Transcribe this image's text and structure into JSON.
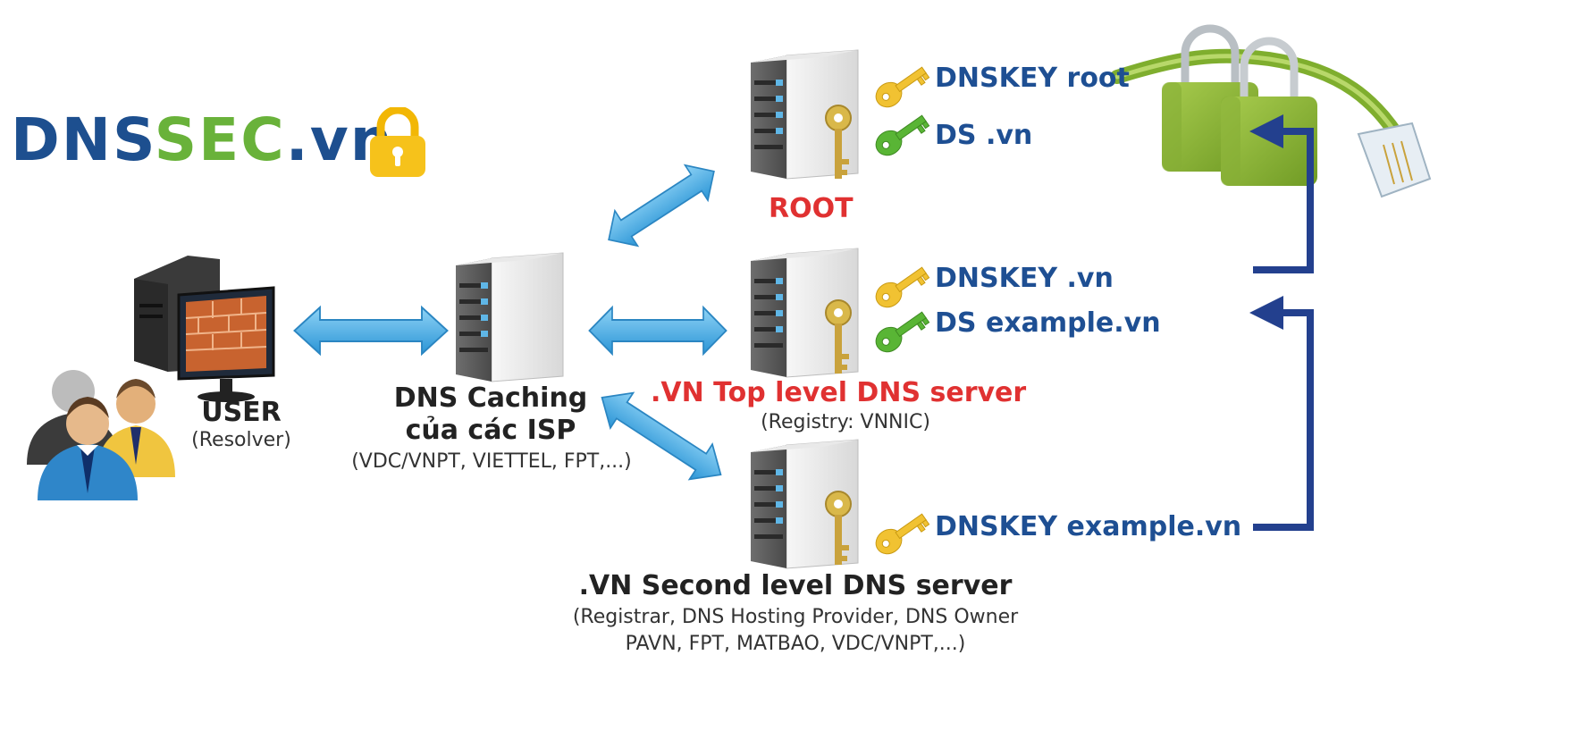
{
  "logo": {
    "dns": "DNS",
    "sec": "SEC",
    "vn": ".vn",
    "icon": "padlock-icon"
  },
  "user": {
    "title": "USER",
    "subtitle": "(Resolver)"
  },
  "caching": {
    "title_line1": "DNS Caching",
    "title_line2": "của các ISP",
    "subtitle": "(VDC/VNPT, VIETTEL, FPT,...)"
  },
  "root": {
    "title": "ROOT",
    "keys": [
      "DNSKEY root",
      "DS .vn"
    ]
  },
  "top_level": {
    "title": ".VN Top level DNS server",
    "subtitle": "(Registry: VNNIC)",
    "keys": [
      "DNSKEY .vn",
      "DS example.vn"
    ]
  },
  "second_level": {
    "title": ".VN Second level DNS server",
    "subtitle_line1": "(Registrar, DNS Hosting Provider, DNS Owner",
    "subtitle_line2": "PAVN, FPT, MATBAO, VDC/VNPT,...)",
    "keys": [
      "DNSKEY example.vn"
    ]
  },
  "colors": {
    "brand_blue": "#1d4f8f",
    "brand_green": "#69b23a",
    "title_red": "#e03131",
    "key_label_blue": "#1e4f93",
    "arrow_cyan": "#3aa6e0",
    "chain_navy": "#23408e",
    "key_gold": "#f1c232",
    "key_green": "#59b535",
    "lock_green": "#8bb43a"
  }
}
